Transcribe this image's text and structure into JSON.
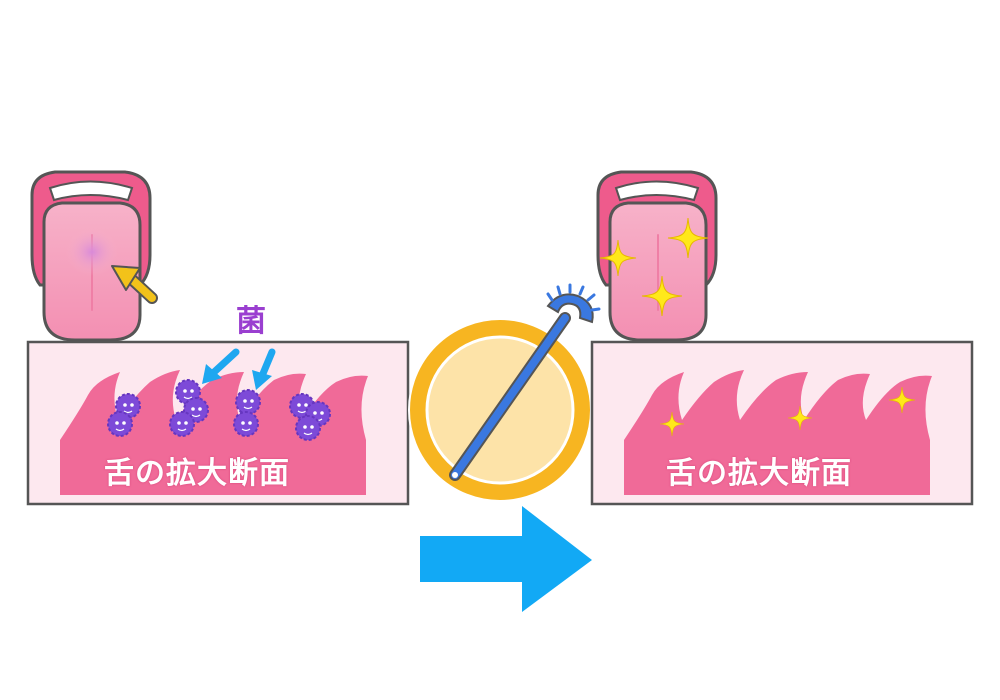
{
  "labels": {
    "germ": "菌",
    "cross_section_left": "舌の拡大断面",
    "cross_section_right": "舌の拡大断面"
  },
  "colors": {
    "panel_bg": "#fde8ef",
    "panel_border": "#555555",
    "papillae": "#f06a98",
    "tongue_body": "#f49ab8",
    "lip": "#ee5b8c",
    "bacteria": "#7d4ad8",
    "pointer_arrow_yellow": "#f2c21a",
    "pointer_arrow_blue": "#1ea7f0",
    "big_arrow": "#12a9f5",
    "circle_ring": "#f7b521",
    "circle_fill": "#fde3a8",
    "tool": "#3a78e0",
    "sparkle": "#ffe81a",
    "plaque_spot": "#d98ad9"
  },
  "icons": {
    "before_tongue": "tongue-with-plaque-icon",
    "after_tongue": "clean-tongue-sparkle-icon",
    "tool": "tongue-cleaner-icon",
    "transition": "right-arrow-icon"
  }
}
